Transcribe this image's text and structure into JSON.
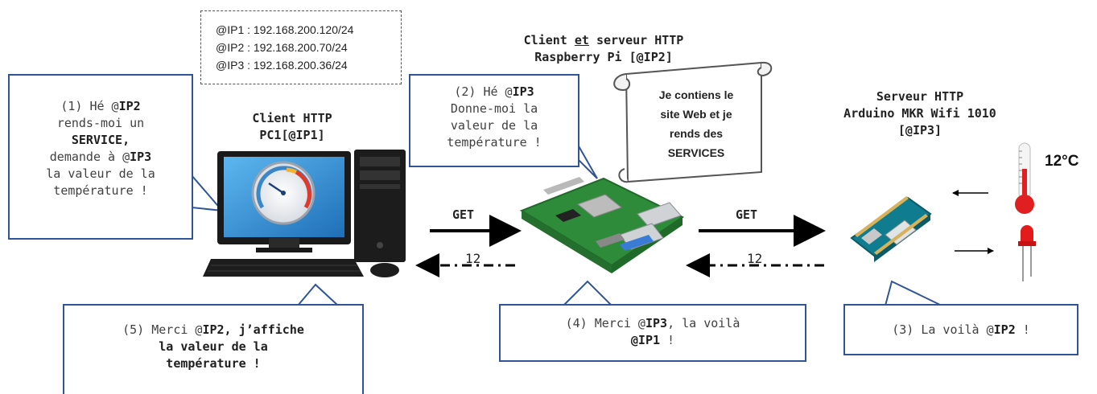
{
  "ip_list": {
    "lines": [
      "@IP1 : 192.168.200.120/24",
      "@IP2 : 192.168.200.70/24",
      "@IP3 : 192.168.200.36/24"
    ]
  },
  "pc": {
    "title_line1": "Client HTTP",
    "title_line2": "PC1[@IP1]"
  },
  "raspberry": {
    "title_line1_pre": "Client ",
    "title_line1_et": "et",
    "title_line1_post": " serveur HTTP",
    "title_line2": "Raspberry Pi [@IP2]"
  },
  "arduino": {
    "title_line1": "Serveur HTTP",
    "title_line2": "Arduino MKR Wifi 1010",
    "title_line3": "[@IP3]"
  },
  "scroll": {
    "lines": [
      "Je contiens le",
      "site Web et je",
      "rends des",
      "SERVICES"
    ]
  },
  "temperature_value": "12°C",
  "arrows": {
    "left_get": "GET",
    "left_response": "12",
    "right_get": "GET",
    "right_response": "12"
  },
  "callouts": {
    "c1": {
      "l1_pre": "(1) Hé @",
      "l1_b": "IP2",
      "l2": "rends-moi un",
      "l3": "SERVICE,",
      "l4_pre": "demande à @",
      "l4_b": "IP3",
      "l5": "la valeur de la",
      "l6": "température !"
    },
    "c2": {
      "l1_pre": "(2) Hé @",
      "l1_b": "IP3",
      "l2": "Donne-moi la",
      "l3": "valeur de la",
      "l4": "température !"
    },
    "c3": {
      "pre": "(3) La voilà @",
      "b": "IP2",
      "post": " !"
    },
    "c4": {
      "l1_pre": "(4) Merci @",
      "l1_b": "IP3",
      "l1_post": ", la voilà",
      "l2_b": "@IP1",
      "l2_post": " !"
    },
    "c5": {
      "l1_pre": "(5) Merci @",
      "l1_b": "IP2",
      "l1_post": ", j’affiche",
      "l2": "la valeur de la",
      "l3": "température !"
    }
  },
  "colors": {
    "callout_border": "#2f5597",
    "arduino_blue": "#0f7d8f",
    "raspberry_green": "#2e8b3a",
    "thermo_red": "#e02020"
  }
}
